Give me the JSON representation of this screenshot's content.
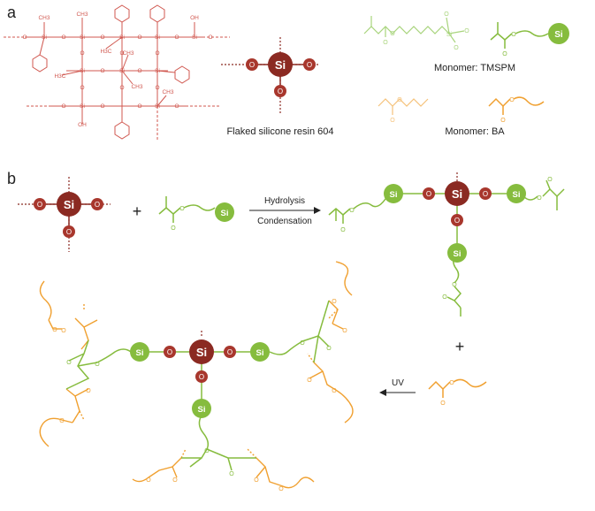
{
  "panels": {
    "a": {
      "label": "a"
    },
    "b": {
      "label": "b"
    }
  },
  "atoms": {
    "si": "Si",
    "o": "O",
    "oh": "OH",
    "ch3": "CH3",
    "h3c": "H3C"
  },
  "captions": {
    "resin": "Flaked silicone resin 604",
    "monomer_tmspm": "Monomer: TMSPM",
    "monomer_ba": "Monomer: BA"
  },
  "reaction": {
    "plus": "+",
    "hydrolysis": "Hydrolysis",
    "condensation": "Condensation",
    "uv": "UV"
  },
  "colors": {
    "red_structure": "#d0574f",
    "si_dark": "#8b2a22",
    "o_dark": "#a8372d",
    "green": "#86bc3e",
    "green_light": "#a8d47c",
    "orange": "#f0a030",
    "orange_light": "#f5c27a",
    "text": "#222222"
  }
}
